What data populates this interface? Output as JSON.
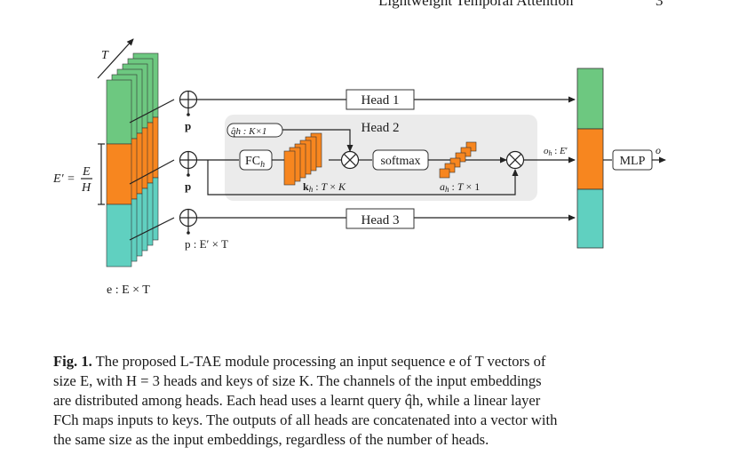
{
  "header": {
    "running_title": "Lightweight Temporal Attention",
    "page_number": "3"
  },
  "colors": {
    "green": "#6dc880",
    "orange": "#f7861f",
    "teal": "#60d0c0",
    "panel": "#ebebeb",
    "line": "#222222"
  },
  "figure": {
    "labels": {
      "T": "T",
      "E_prime": "E′ =",
      "E": "E",
      "H": "H",
      "input": "e : E × T",
      "p_top": "p",
      "p_mid": "p",
      "p_bottom": "p : E′ × T",
      "head1": "Head 1",
      "head2": "Head 2",
      "head3": "Head 3",
      "query": "q̂h : K×1",
      "fc": "FCh",
      "keys": "kh : T × K",
      "softmax": "softmax",
      "attn": "ah : T × 1",
      "out_h": "oh : E′",
      "mlp": "MLP",
      "o": "o"
    }
  },
  "caption": {
    "label": "Fig. 1.",
    "lines": [
      "The proposed L-TAE module processing an input sequence e of T vectors of",
      "size E, with H = 3 heads and keys of size K. The channels of the input embeddings",
      "are distributed among heads. Each head uses a learnt query q̂h, while a linear layer",
      "FCh maps inputs to keys. The outputs of all heads are concatenated into a vector with",
      "the same size as the input embeddings, regardless of the number of heads."
    ]
  }
}
